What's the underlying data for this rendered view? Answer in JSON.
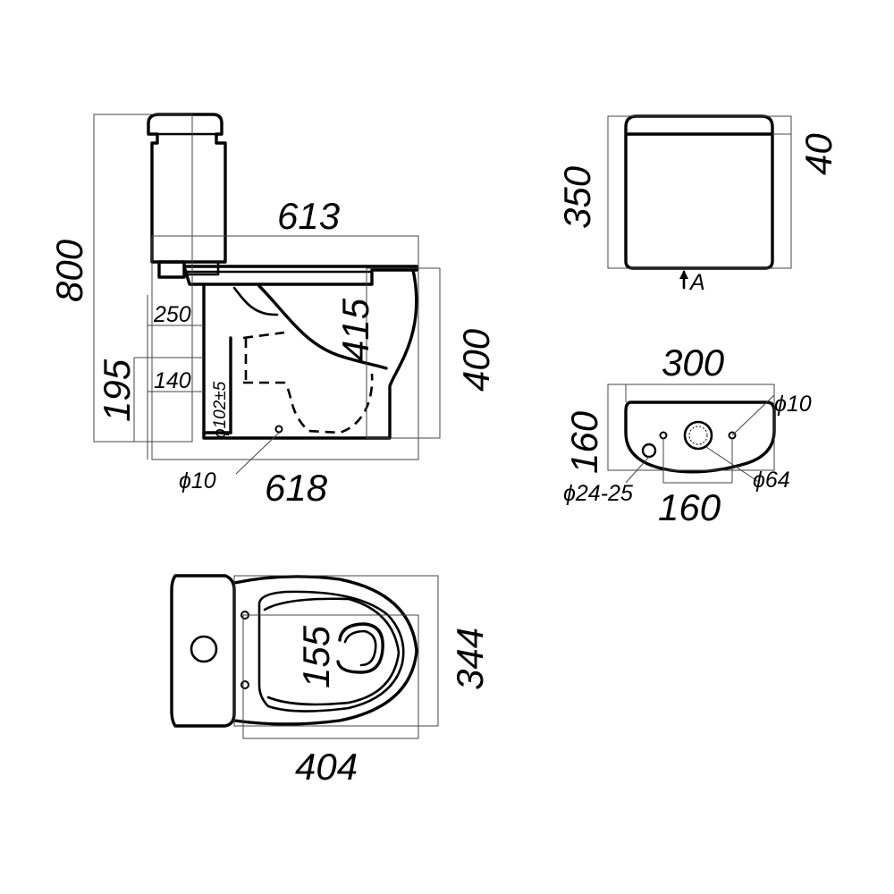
{
  "side_view": {
    "overall_height": "800",
    "depth_top": "613",
    "depth_base": "618",
    "seat_height": "415",
    "bowl_height": "400",
    "outlet_height": "195",
    "inlet_height": "250",
    "outlet_center": "140",
    "outlet_diameter": "ϕ102±5",
    "fixing_hole": "ϕ10"
  },
  "tank_front_view": {
    "height": "350",
    "lid_height": "40",
    "view_marker": "A"
  },
  "tank_bottom_view": {
    "width": "300",
    "depth": "160",
    "hole_spacing": "160",
    "fixing_hole": "ϕ10",
    "flush_hole": "ϕ64",
    "inlet_hole": "ϕ24-25"
  },
  "top_view": {
    "width": "344",
    "length": "404",
    "seat_hole_spacing": "155"
  }
}
